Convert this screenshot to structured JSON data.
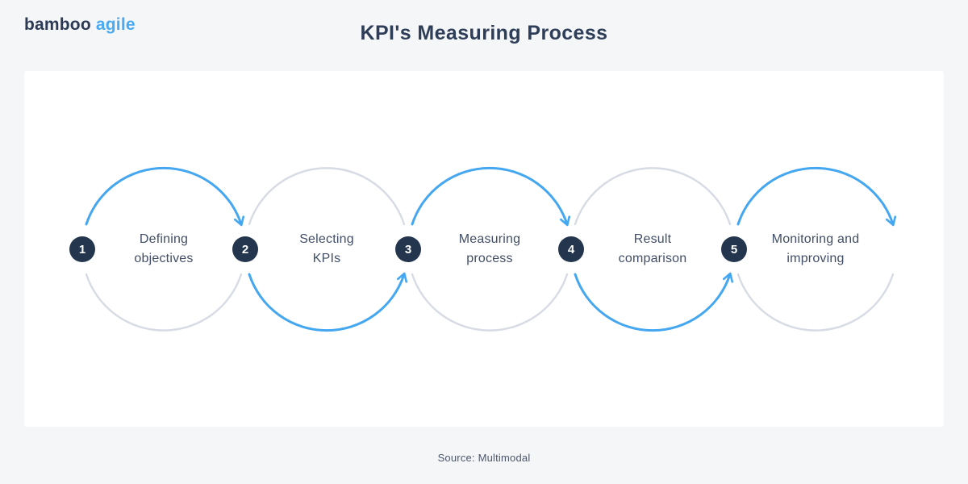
{
  "logo": {
    "part1": "bamboo",
    "part2": "agile"
  },
  "title": "KPI's Measuring Process",
  "source": "Source: Multimodal",
  "colors": {
    "accent_blue": "#45a7f0",
    "marker_navy": "#24364e",
    "arc_gray": "#d6dbe4",
    "background": "#f5f6f8",
    "card": "#ffffff"
  },
  "steps": [
    {
      "number": "1",
      "lines": [
        "Defining",
        "objectives"
      ]
    },
    {
      "number": "2",
      "lines": [
        "Selecting",
        "KPIs"
      ]
    },
    {
      "number": "3",
      "lines": [
        "Measuring",
        "process"
      ]
    },
    {
      "number": "4",
      "lines": [
        "Result",
        "comparison"
      ]
    },
    {
      "number": "5",
      "lines": [
        "Monitoring and",
        "improving"
      ]
    }
  ]
}
